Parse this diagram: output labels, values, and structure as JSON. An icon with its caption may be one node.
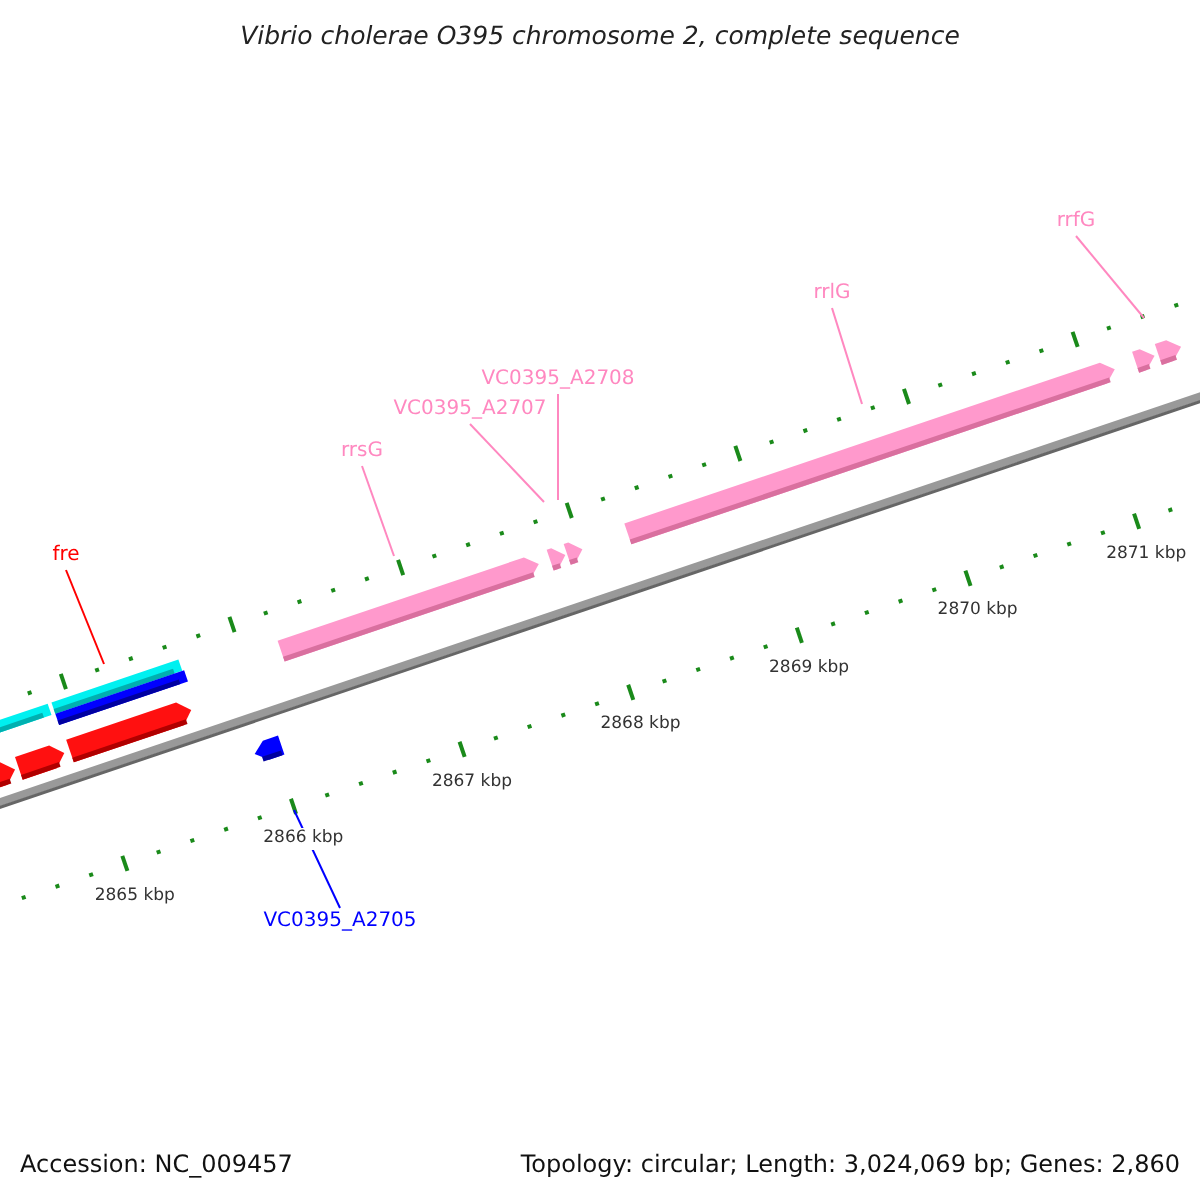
{
  "diagram": {
    "title": "Vibrio cholerae O395 chromosome 2, complete sequence",
    "nodes": [
      {
        "text": [
          "fre"
        ]
      },
      {
        "text": [
          "VC0395_A2705"
        ]
      },
      {
        "text": [
          "rrsG"
        ]
      },
      {
        "text": [
          "VC0395_A2707"
        ]
      },
      {
        "text": [
          "VC0395_A2708"
        ]
      },
      {
        "text": [
          "rrlG"
        ]
      },
      {
        "text": [
          "rrfG"
        ]
      }
    ],
    "edges": [
      {
        "from": 0,
        "to": null,
        "arrow": "none",
        "color": "#ff0000"
      },
      {
        "from": 1,
        "to": null,
        "arrow": "none",
        "color": "#0000ff"
      },
      {
        "from": 2,
        "to": null,
        "arrow": "none"
      },
      {
        "from": 3,
        "to": null,
        "arrow": "none"
      },
      {
        "from": 4,
        "to": null,
        "arrow": "none"
      },
      {
        "from": 5,
        "to": null,
        "arrow": "none"
      },
      {
        "from": 6,
        "to": null,
        "arrow": "none"
      }
    ],
    "labels": [
      "2871 kbp",
      "2870 kbp",
      "2869 kbp",
      "2868 kbp",
      "2867 kbp",
      "2866 kbp",
      "2865 kbp",
      "Accession: NC_009457",
      "Topology: circular; Length: 3,024,069 bp; Genes: 2,860"
    ]
  }
}
